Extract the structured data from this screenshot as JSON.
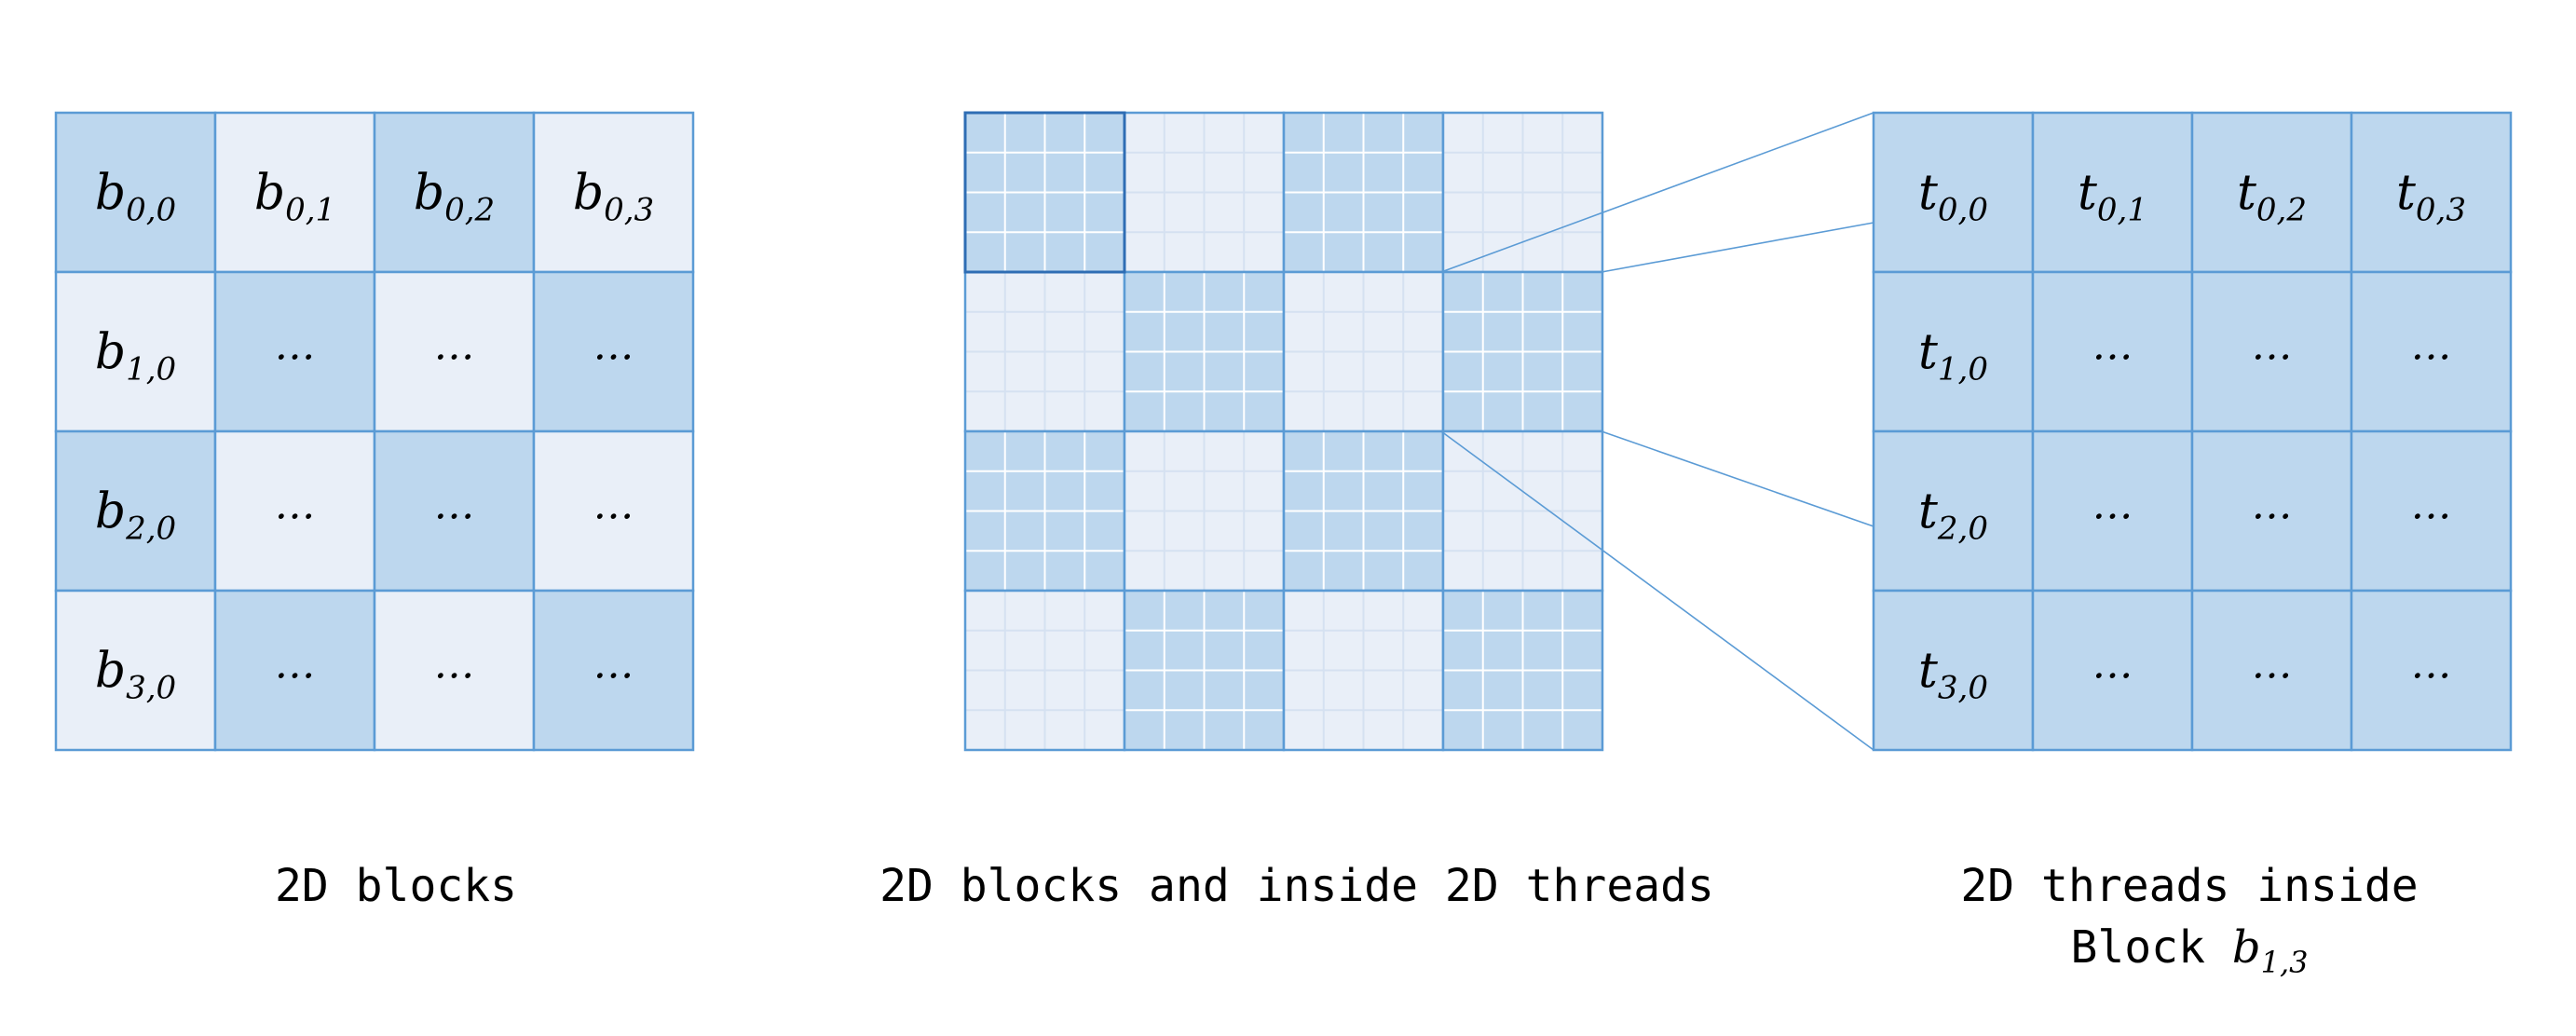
{
  "colors": {
    "dark_fill": "#bdd7ee",
    "light_fill": "#e9eff8",
    "stroke": "#5b9bd5",
    "inner_grid": "#ffffff",
    "inner_grid_light": "#d5e1f1",
    "connector": "#5b9bd5",
    "text": "#000000"
  },
  "blocks_grid": {
    "pattern": [
      [
        1,
        0,
        1,
        0
      ],
      [
        0,
        1,
        0,
        1
      ],
      [
        1,
        0,
        1,
        0
      ],
      [
        0,
        1,
        0,
        1
      ]
    ],
    "cells": [
      [
        {
          "var": "b",
          "sub": "0,0"
        },
        {
          "var": "b",
          "sub": "0,1"
        },
        {
          "var": "b",
          "sub": "0,2"
        },
        {
          "var": "b",
          "sub": "0,3"
        }
      ],
      [
        {
          "var": "b",
          "sub": "1,0"
        },
        {
          "text": "…"
        },
        {
          "text": "…"
        },
        {
          "text": "…"
        }
      ],
      [
        {
          "var": "b",
          "sub": "2,0"
        },
        {
          "text": "…"
        },
        {
          "text": "…"
        },
        {
          "text": "…"
        }
      ],
      [
        {
          "var": "b",
          "sub": "3,0"
        },
        {
          "text": "…"
        },
        {
          "text": "…"
        },
        {
          "text": "…"
        }
      ]
    ],
    "caption": "2D blocks"
  },
  "middle_grid": {
    "pattern": [
      [
        1,
        0,
        1,
        0
      ],
      [
        0,
        1,
        0,
        1
      ],
      [
        1,
        0,
        1,
        0
      ],
      [
        0,
        1,
        0,
        1
      ]
    ],
    "threads_per_block": 4,
    "caption": "2D blocks and inside 2D threads"
  },
  "threads_grid": {
    "cells": [
      [
        {
          "var": "t",
          "sub": "0,0"
        },
        {
          "var": "t",
          "sub": "0,1"
        },
        {
          "var": "t",
          "sub": "0,2"
        },
        {
          "var": "t",
          "sub": "0,3"
        }
      ],
      [
        {
          "var": "t",
          "sub": "1,0"
        },
        {
          "text": "…"
        },
        {
          "text": "…"
        },
        {
          "text": "…"
        }
      ],
      [
        {
          "var": "t",
          "sub": "2,0"
        },
        {
          "text": "…"
        },
        {
          "text": "…"
        },
        {
          "text": "…"
        }
      ],
      [
        {
          "var": "t",
          "sub": "3,0"
        },
        {
          "text": "…"
        },
        {
          "text": "…"
        },
        {
          "text": "…"
        }
      ]
    ],
    "caption_line1": "2D threads inside",
    "caption_line2_prefix": "Block ",
    "caption_line2_var": "b",
    "caption_line2_sub": "1,3"
  }
}
